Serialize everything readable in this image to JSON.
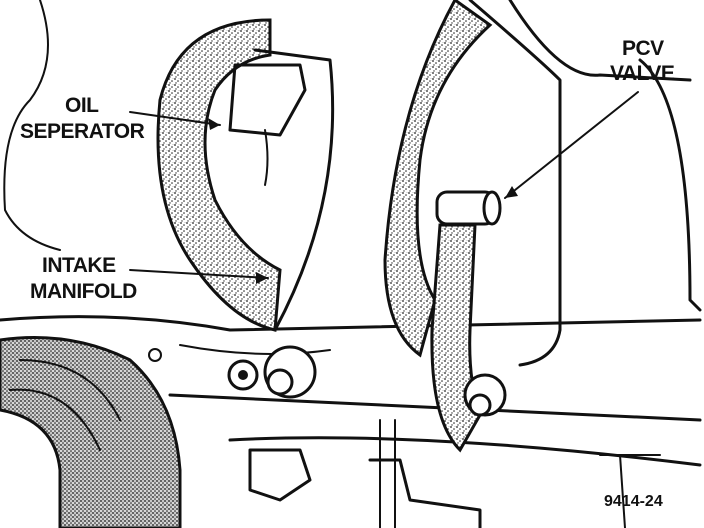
{
  "labels": {
    "oil_separator_line1": "OIL",
    "oil_separator_line2": "SEPERATOR",
    "intake_manifold_line1": "INTAKE",
    "intake_manifold_line2": "MANIFOLD",
    "pcv_valve_line1": "PCV",
    "pcv_valve_line2": "VALVE",
    "figure_number": "9414-24"
  }
}
